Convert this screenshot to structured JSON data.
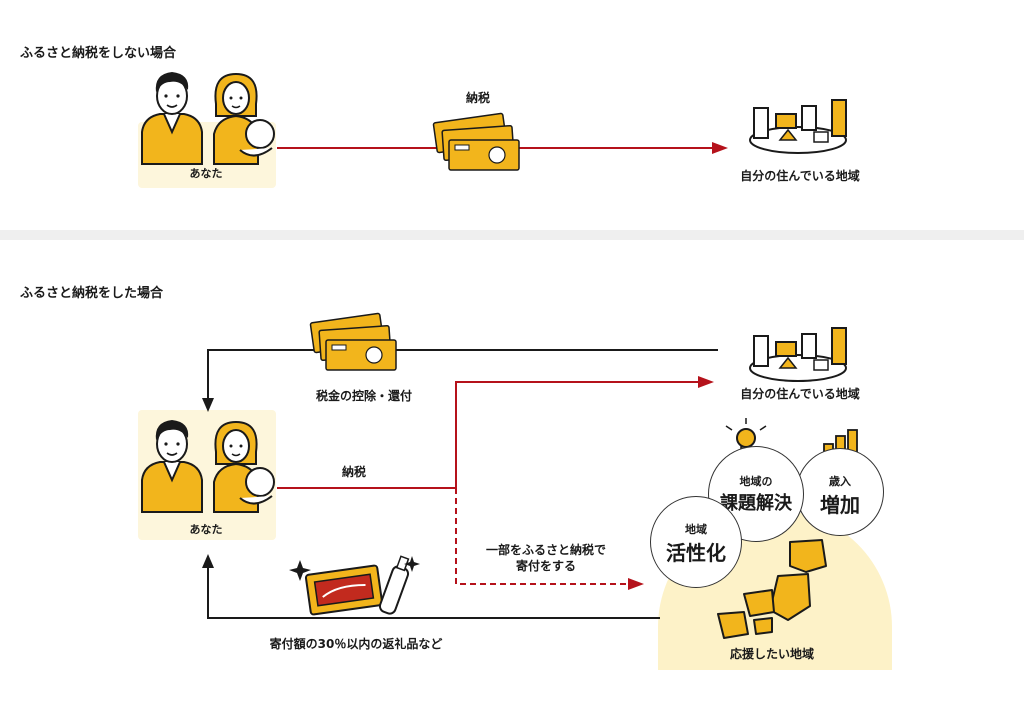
{
  "top": {
    "title": "ふるさと納税をしない場合",
    "person_label": "あなた",
    "tax_label": "納税",
    "region_label": "自分の住んでいる地域"
  },
  "bottom": {
    "title": "ふるさと納税をした場合",
    "person_label": "あなた",
    "deduction_label": "税金の控除・還付",
    "region_label": "自分の住んでいる地域",
    "tax_label": "納税",
    "donation_line1": "一部をふるさと納税で",
    "donation_line2": "寄付をする",
    "gift_label": "寄付額の30％以内の返礼品など",
    "support_label": "応援したい地域",
    "bubble_activate_small": "地域",
    "bubble_activate_big": "活性化",
    "bubble_solve_small": "地域の",
    "bubble_solve_big": "課題解決",
    "bubble_revenue_small": "歳入",
    "bubble_revenue_big": "増加"
  },
  "colors": {
    "red_arrow": "#b5121b",
    "black_arrow": "#1a1a1a",
    "card_bg": "#fdf6dc",
    "yellow": "#f2b51c",
    "support_bg": "#fdf2c8"
  },
  "icons": [
    "person-man-icon",
    "person-woman-baby-icon",
    "banknotes-icon",
    "city-icon",
    "japan-map-icon",
    "lightbulb-icon",
    "bar-chart-icon",
    "gift-box-icon",
    "sparkle-icon"
  ]
}
